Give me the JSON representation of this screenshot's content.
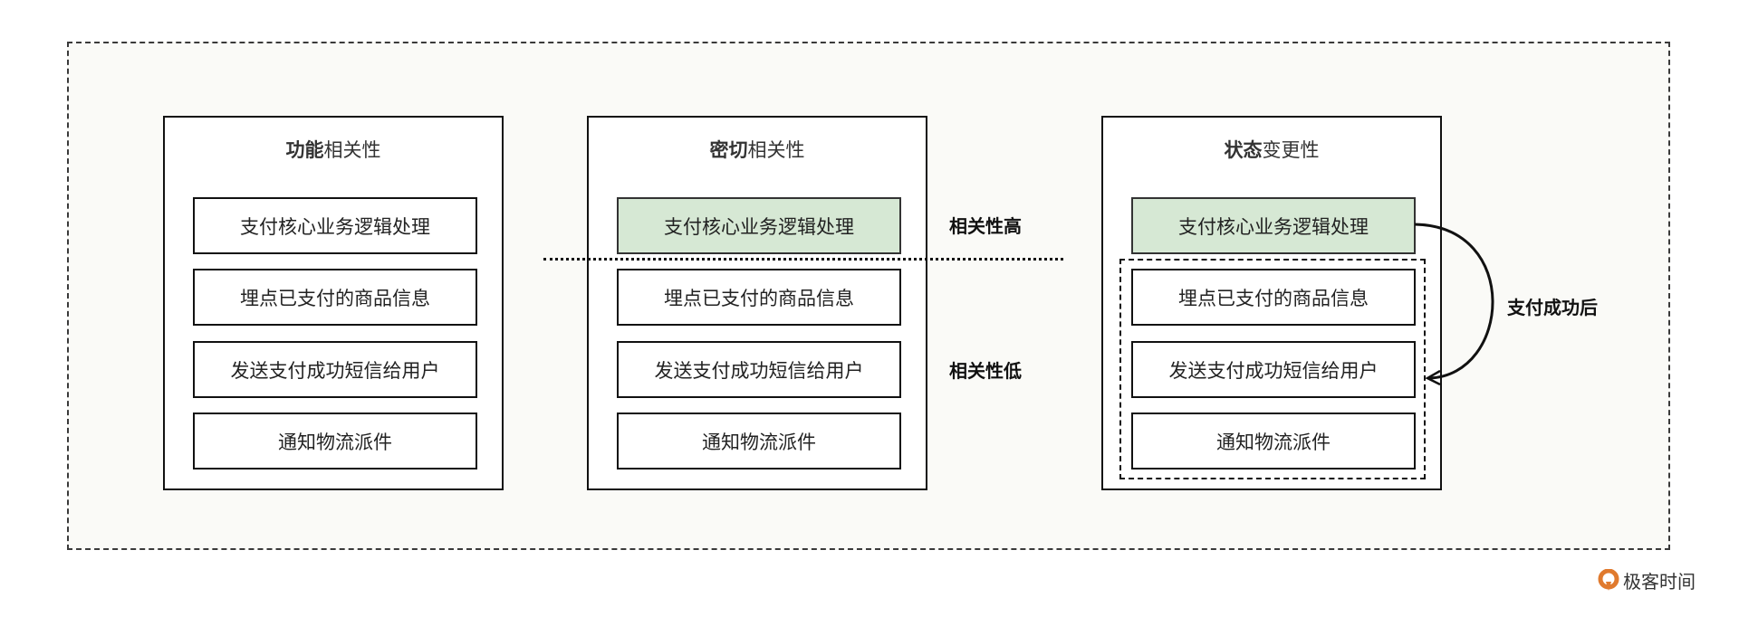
{
  "panels": [
    {
      "title_bold": "功能",
      "title_rest": "相关性",
      "items": [
        "支付核心业务逻辑处理",
        "埋点已支付的商品信息",
        "发送支付成功短信给用户",
        "通知物流派件"
      ],
      "highlighted": [
        false,
        false,
        false,
        false
      ]
    },
    {
      "title_bold": "密切",
      "title_rest": "相关性",
      "items": [
        "支付核心业务逻辑处理",
        "埋点已支付的商品信息",
        "发送支付成功短信给用户",
        "通知物流派件"
      ],
      "highlighted": [
        true,
        false,
        false,
        false
      ]
    },
    {
      "title_bold": "状态",
      "title_rest": "变更性",
      "items": [
        "支付核心业务逻辑处理",
        "埋点已支付的商品信息",
        "发送支付成功短信给用户",
        "通知物流派件"
      ],
      "highlighted": [
        true,
        false,
        false,
        false
      ]
    }
  ],
  "labels": {
    "high": "相关性高",
    "low": "相关性低",
    "arrow": "支付成功后"
  },
  "colors": {
    "highlight": "#d6e8d4",
    "logo": "#e07a2e"
  },
  "logo": {
    "text": "极客时间",
    "icon": "geektime-logo-icon"
  }
}
